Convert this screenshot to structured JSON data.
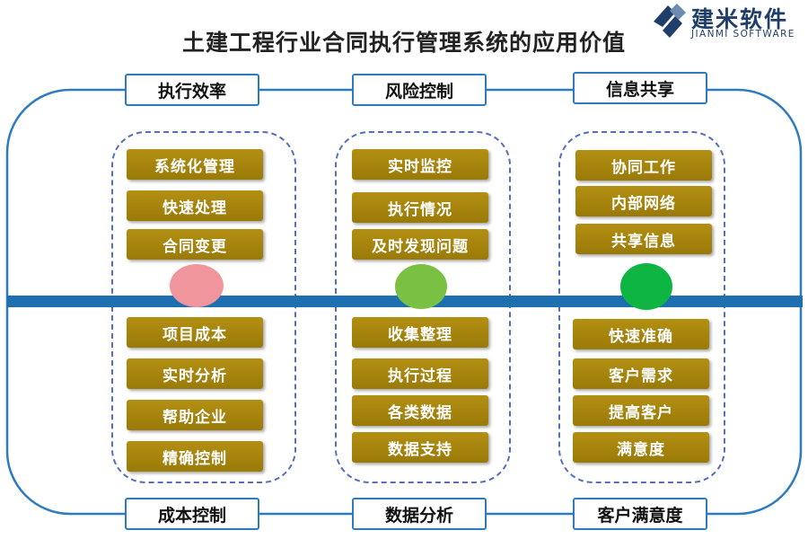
{
  "title": "土建工程行业合同执行管理系统的应用价值",
  "logo": {
    "name_cn": "建米软件",
    "name_en": "JIANMI SOFTWARE"
  },
  "columns": [
    {
      "top_label": "执行效率",
      "bottom_label": "成本控制",
      "dot_color": "#f0959c",
      "top_items": [
        "系统化管理",
        "快速处理",
        "合同变更"
      ],
      "bottom_items": [
        "项目成本",
        "实时分析",
        "帮助企业",
        "精确控制"
      ]
    },
    {
      "top_label": "风险控制",
      "bottom_label": "数据分析",
      "dot_color": "#7ac143",
      "top_items": [
        "实时监控",
        "执行情况",
        "及时发现问题"
      ],
      "bottom_items": [
        "收集整理",
        "执行过程",
        "各类数据",
        "数据支持"
      ]
    },
    {
      "top_label": "信息共享",
      "bottom_label": "客户满意度",
      "dot_color": "#0fb543",
      "top_items": [
        "协同工作",
        "内部网络",
        "共享信息"
      ],
      "bottom_items": [
        "快速准确",
        "客户需求",
        "提高客户",
        "满意度"
      ]
    }
  ],
  "colors": {
    "line": "#1e6fb0",
    "frame": "#2e7bbf",
    "item_bg": "#a88509",
    "dash": "#5470b8"
  }
}
